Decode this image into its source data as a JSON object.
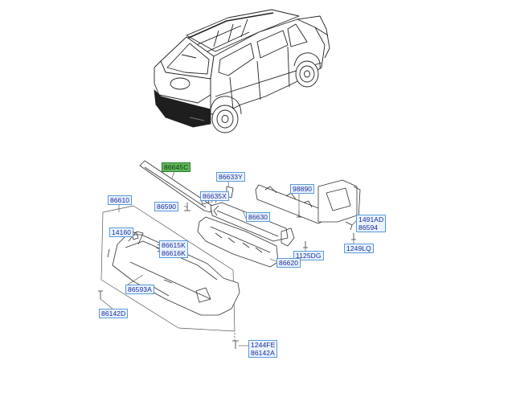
{
  "diagram": {
    "highlighted_part": "86645C",
    "parts": {
      "p86645C": "86645C",
      "p86633Y": "86633Y",
      "p86610": "86610",
      "p86635X": "86635X",
      "p98890": "98890",
      "p86590": "86590",
      "p86630": "86630",
      "p1491AD": "1491AD",
      "p86594": "86594",
      "p14160": "14160",
      "p86615K": "86615K",
      "p86616K": "86616K",
      "p1125DG": "1125DG",
      "p1249LQ": "1249LQ",
      "p86620": "86620",
      "p86593A": "86593A",
      "p86142D": "86142D",
      "p1244FE": "1244FE",
      "p86142A": "86142A"
    },
    "colors": {
      "label_bg": "#e9f3ff",
      "label_border": "#5a9ad8",
      "label_text": "#1b2a9a",
      "highlight_bg": "#5fb858"
    }
  }
}
